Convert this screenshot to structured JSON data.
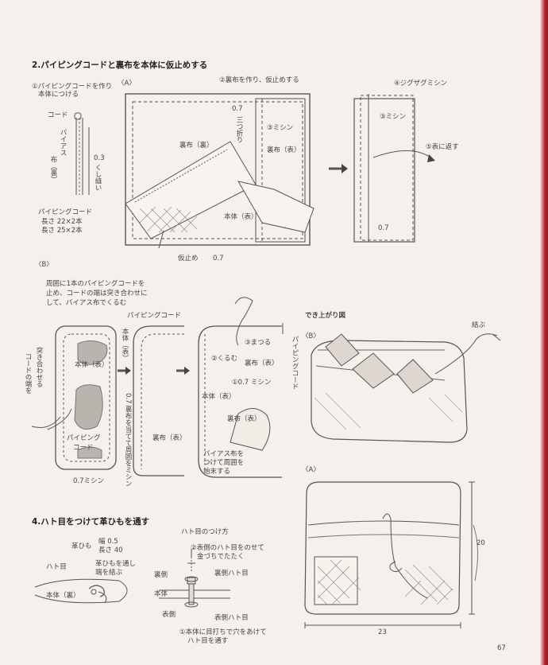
{
  "step2": {
    "heading": "2.パイピングコードと裏布を本体に仮止めする",
    "a_label": "〈A〉",
    "n1": "①パイピングコードを作り",
    "n1b": "本体につける",
    "cord": "コード",
    "bias1": "バイアス",
    "bias2": "布（裏）",
    "sew03": "0.3",
    "ku": "くし縫い",
    "piping": "パイピングコード",
    "len1": "長さ 22×2本",
    "len2": "長さ 25×2本",
    "n2": "②裏布を作り、仮止めする",
    "n07a": "0.7",
    "mitsu": "三つ折り",
    "n3": "③ミシン",
    "ura1": "裏布（裏）",
    "ura2": "裏布（表）",
    "hontai": "本体（表）",
    "karidome": "仮止め",
    "n07b": "0.7",
    "n4": "④ジグザグミシン",
    "n3b": "③ミシン",
    "n5": "⑤表に返す",
    "n07c": "0.7"
  },
  "stepB": {
    "b_label": "〈B〉",
    "intro1": "周囲に1本のパイピングコードを",
    "intro2": "止め、コードの端は突き合わせに",
    "intro3": "して、バイアス布でくるむ",
    "piping": "パイピングコード",
    "hontai_v": "本体（表）",
    "tsuki": "突き合わせる",
    "kodo": "コードの端を",
    "hontai2": "本体（表）",
    "piping2a": "パイピング",
    "piping2b": "コード",
    "mishin07": "0.7ミシン",
    "uranuno_v": "0.7 裏布を当てて周囲をミシン",
    "ura3": "裏布（表）",
    "n3matsuru": "③まつる",
    "n2kurumu": "②くるむ",
    "ura4": "裏布（表）",
    "n1m": "①0.7 ミシン",
    "piping3": "パイピングコード",
    "hontai3": "本体（表）",
    "ura5": "裏布（表）",
    "bias_a": "バイアス布を",
    "bias_b": "つけて周囲を",
    "bias_c": "始末する"
  },
  "finished": {
    "title": "でき上がり図",
    "b": "〈B〉",
    "musubu": "結ぶ",
    "a": "〈A〉",
    "w": "23",
    "h": "20"
  },
  "step4": {
    "heading": "4.ハト目をつけて革ひもを通す",
    "kawa": "革ひも",
    "haba": "幅 0.5",
    "naga": "長さ 40",
    "hatome": "ハト目",
    "kawa2a": "革ひもを通し",
    "kawa2b": "端を結ぶ",
    "hontai": "本体（裏）",
    "method": "ハト目のつけ方",
    "m2a": "②表側のハト目をのせて",
    "m2b": "金づちでたたく",
    "uragawa": "裏側",
    "uragawa_h": "裏側ハト目",
    "hontai2": "本体",
    "omote": "表側",
    "omote_h": "表側ハト目",
    "m1a": "①本体に目打ちで穴をあけて",
    "m1b": "ハト目を通す"
  },
  "page_no": "67"
}
